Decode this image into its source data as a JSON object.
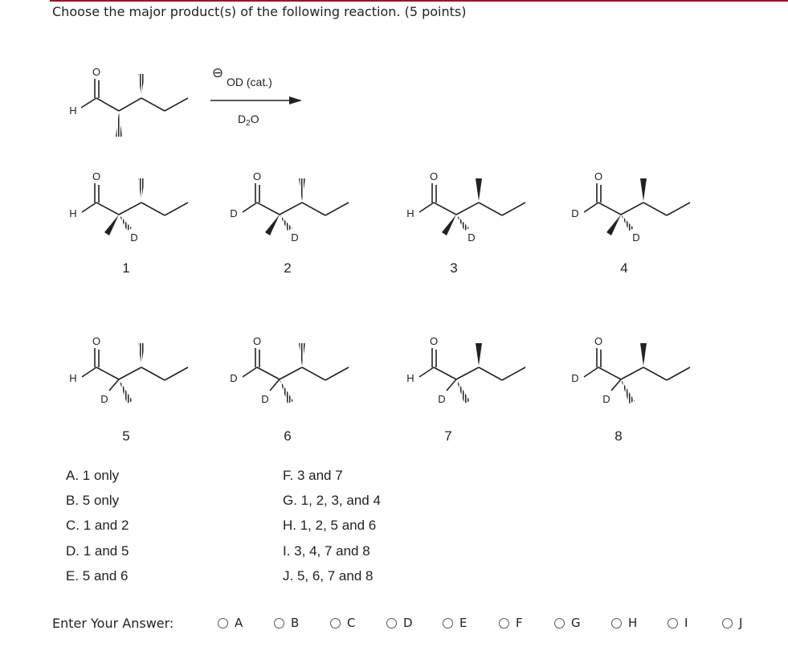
{
  "question": "Choose the major product(s) of the following reaction.  (5 points)",
  "reaction": {
    "reagent_top": "OD (cat.)",
    "reagent_bottom": "D",
    "reagent_bottom_sub": "2",
    "reagent_bottom_tail": "O",
    "minus_sign": "⊖"
  },
  "atoms": {
    "O": "O",
    "H": "H",
    "D": "D"
  },
  "structure_numbers": [
    "1",
    "2",
    "3",
    "4",
    "5",
    "6",
    "7",
    "8"
  ],
  "options_left": [
    "A.  1 only",
    "B.  5 only",
    "C.  1 and 2",
    "D.  1 and 5",
    "E.  5 and 6"
  ],
  "options_right": [
    "F.  3 and 7",
    "G.  1, 2, 3, and 4",
    "H.  1, 2, 5 and 6",
    "I.  3, 4, 7 and 8",
    "J.  5, 6, 7 and 8"
  ],
  "answer_label": "Enter Your Answer:",
  "choices": [
    "A",
    "B",
    "C",
    "D",
    "E",
    "F",
    "G",
    "H",
    "I",
    "J"
  ],
  "colors": {
    "accent_rule": "#8b1e2e"
  }
}
